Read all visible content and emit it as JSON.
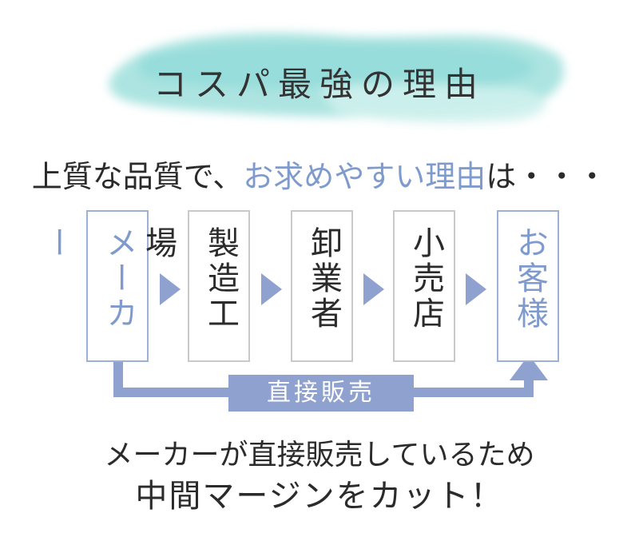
{
  "banner": {
    "title": "コスパ最強の理由",
    "wash_colors": [
      "#7fd6d4",
      "#a8e4e0",
      "#c6eeea"
    ]
  },
  "headline": {
    "prefix": "上質な品質で、",
    "accent": "お求めやすい理由",
    "suffix": "は・・・"
  },
  "flow": {
    "steps": [
      {
        "label": "メーカー",
        "highlight": true
      },
      {
        "label": "製造工場",
        "highlight": false
      },
      {
        "label": "卸業者",
        "highlight": false
      },
      {
        "label": "小売店",
        "highlight": false
      },
      {
        "label": "お客様",
        "highlight": true
      }
    ],
    "direct_label": "直接販売"
  },
  "conclusion": {
    "line1": "メーカーが直接販売しているため",
    "line2": "中間マージンをカット！"
  },
  "colors": {
    "accent": "#7f9acc",
    "arrow": "#8fa2cf",
    "box_border": "#c9c9c9"
  }
}
